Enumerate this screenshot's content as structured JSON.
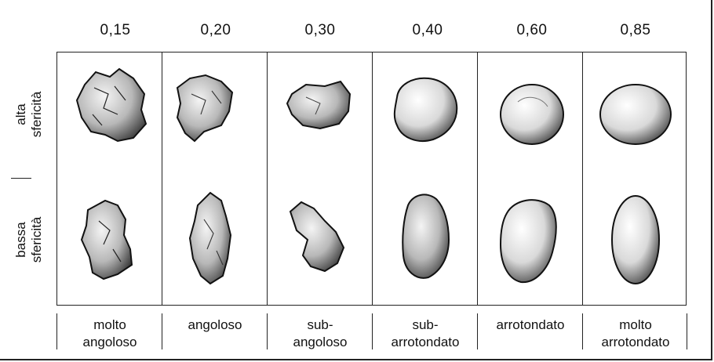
{
  "roundness_values": [
    "0,15",
    "0,20",
    "0,30",
    "0,40",
    "0,60",
    "0,85"
  ],
  "row_labels": {
    "high": [
      "alta",
      "sfericità"
    ],
    "low": [
      "bassa",
      "sfericità"
    ]
  },
  "classes": [
    [
      "molto",
      "angoloso"
    ],
    [
      "angoloso"
    ],
    [
      "sub-",
      "angoloso"
    ],
    [
      "sub-",
      "arrotondato"
    ],
    [
      "arrotondato"
    ],
    [
      "molto",
      "arrotondato"
    ]
  ]
}
